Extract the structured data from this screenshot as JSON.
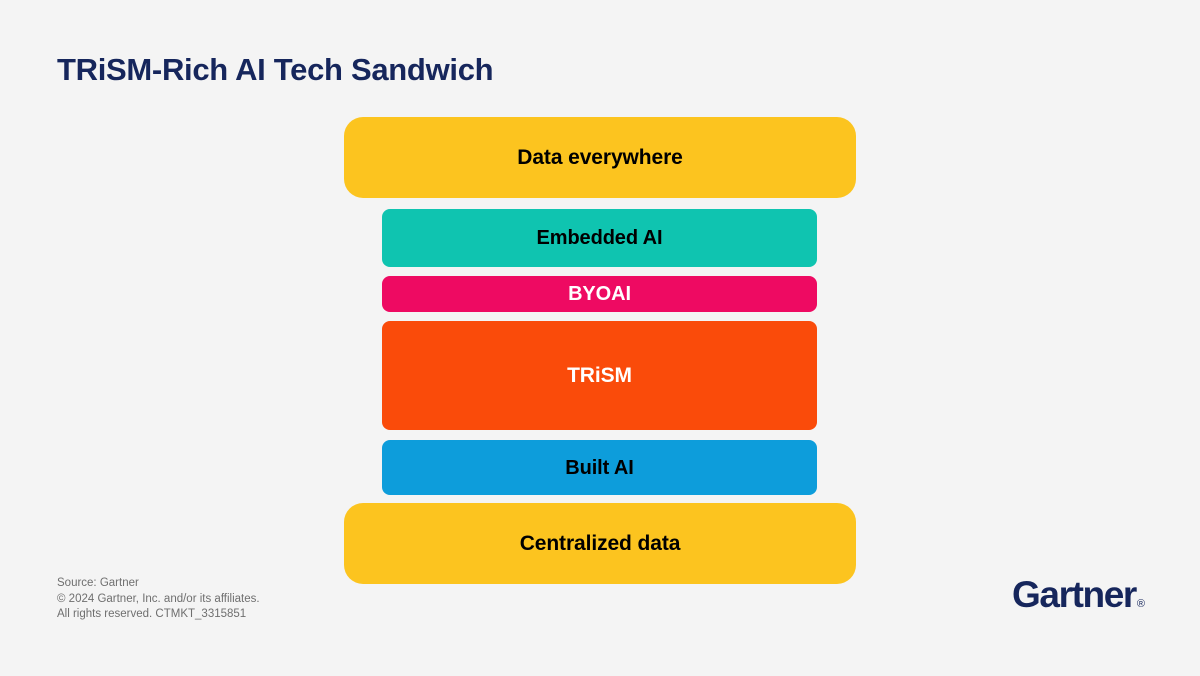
{
  "slide": {
    "title": "TRiSM-Rich AI Tech Sandwich",
    "background_color": "#f4f4f4",
    "title_color": "#16265c"
  },
  "chart_data": {
    "type": "bar",
    "title": "TRiSM-Rich AI Tech Sandwich",
    "xlabel": "",
    "ylabel": "",
    "orientation": "stacked-horizontal-layers",
    "categories": [
      "Data everywhere",
      "Embedded AI",
      "BYOAI",
      "TRiSM",
      "Built AI",
      "Centralized data"
    ],
    "values": [
      81,
      58,
      36,
      109,
      55,
      81
    ],
    "widths": [
      512,
      435,
      435,
      435,
      435,
      512
    ],
    "colors": [
      "#fcc41f",
      "#0fc4b0",
      "#ee0a62",
      "#fa4b0a",
      "#0d9ddb",
      "#fcc41f"
    ],
    "legend": "none",
    "grid": false
  },
  "stack": {
    "layers": [
      {
        "id": "data-everywhere",
        "label": "Data everywhere",
        "role": "bread",
        "fill_color": "#fcc41f",
        "text_color": "#000000"
      },
      {
        "id": "embedded-ai",
        "label": "Embedded AI",
        "role": "filling",
        "fill_color": "#0fc4b0",
        "text_color": "#000000"
      },
      {
        "id": "byoai",
        "label": "BYOAI",
        "role": "filling",
        "fill_color": "#ee0a62",
        "text_color": "#ffffff"
      },
      {
        "id": "trism",
        "label": "TRiSM",
        "role": "filling",
        "fill_color": "#fa4b0a",
        "text_color": "#ffffff"
      },
      {
        "id": "built-ai",
        "label": "Built AI",
        "role": "filling",
        "fill_color": "#0d9ddb",
        "text_color": "#000000"
      },
      {
        "id": "centralized-data",
        "label": "Centralized data",
        "role": "bread",
        "fill_color": "#fcc41f",
        "text_color": "#000000"
      }
    ]
  },
  "footer": {
    "source_line": "Source: Gartner",
    "copyright_line": "© 2024 Gartner, Inc. and/or its affiliates.",
    "rights_line": "All rights reserved. CTMKT_3315851",
    "text_color": "#6f6f6f"
  },
  "brand": {
    "wordmark": "Gartner",
    "registered_mark": "®",
    "color": "#16265c"
  }
}
